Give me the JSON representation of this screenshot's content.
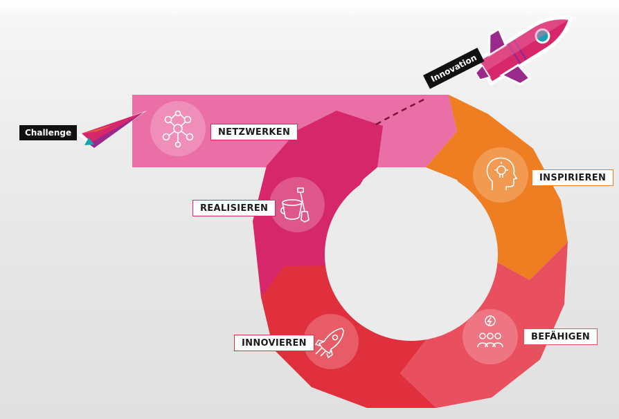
{
  "stages": {
    "netzwerken": "NETZWERKEN",
    "inspirieren": "INSPIRIEREN",
    "befaehigen": "BEFÄHIGEN",
    "innovieren": "INNOVIEREN",
    "realisieren": "REALISIEREN"
  },
  "start_tag": "Challenge",
  "end_tag": "Innovation",
  "colors": {
    "pink_band": "#ea6fa6",
    "magenta": "#d6276b",
    "orange": "#ef7d22",
    "coral": "#e9505f",
    "red": "#e02f3d",
    "teal": "#1aa0b0"
  },
  "icons": [
    "network-icon",
    "lightbulb-head-icon",
    "team-energy-icon",
    "rocket-icon",
    "bucket-shovel-icon",
    "paper-plane-icon",
    "rocket-ship-icon"
  ]
}
